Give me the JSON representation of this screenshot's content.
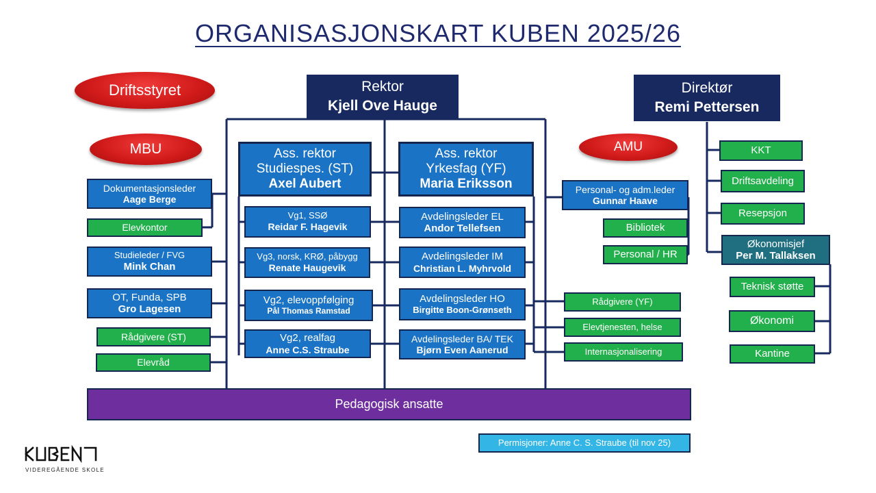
{
  "title": "ORGANISASJONSKART KUBEN 2025/26",
  "ovals": {
    "driftsstyret": "Driftsstyret",
    "mbu": "MBU",
    "amu": "AMU"
  },
  "rektor": {
    "role": "Rektor",
    "name": "Kjell Ove Hauge"
  },
  "direktor": {
    "role": "Direktør",
    "name": "Remi Pettersen"
  },
  "ass_st": {
    "role_line1": "Ass. rektor",
    "role_line2": "Studiespes. (ST)",
    "name": "Axel Aubert"
  },
  "ass_yf": {
    "role_line1": "Ass. rektor",
    "role_line2": "Yrkesfag (YF)",
    "name": "Maria Eriksson"
  },
  "left": {
    "dokumentasjon": {
      "role": "Dokumentasjonsleder",
      "name": "Aage Berge"
    },
    "elevkontor": "Elevkontor",
    "studieleder": {
      "role": "Studieleder / FVG",
      "name": "Mink Chan"
    },
    "ot": {
      "role": "OT, Funda, SPB",
      "name": "Gro Lagesen"
    },
    "radgivere_st": "Rådgivere (ST)",
    "elevrad": "Elevråd"
  },
  "st_col": [
    {
      "role": "Vg1, SSØ",
      "name": "Reidar F. Hagevik"
    },
    {
      "role": "Vg3, norsk, KRØ, påbygg",
      "name": "Renate Haugevik"
    },
    {
      "role": "Vg2, elevoppfølging",
      "name": "Pål Thomas Ramstad"
    },
    {
      "role": "Vg2, realfag",
      "name": "Anne C.S. Straube"
    }
  ],
  "yf_col": [
    {
      "role": "Avdelingsleder EL",
      "name": "Andor Tellefsen"
    },
    {
      "role": "Avdelingsleder IM",
      "name": "Christian L. Myhrvold"
    },
    {
      "role": "Avdelingsleder HO",
      "name": "Birgitte Boon-Grønseth"
    },
    {
      "role": "Avdelingsleder BA/ TEK",
      "name": "Bjørn Even Aanerud"
    }
  ],
  "personal": {
    "role": "Personal- og adm.leder",
    "name": "Gunnar Haave"
  },
  "bibliotek": "Bibliotek",
  "personal_hr": "Personal / HR",
  "yf_right": [
    "Rådgivere (YF)",
    "Elevtjenesten, helse",
    "Internasjonalisering"
  ],
  "direktor_children": [
    "KKT",
    "Driftsavdeling",
    "Resepsjon"
  ],
  "okonomisjef": {
    "role": "Økonomisjef",
    "name": "Per M. Tallaksen"
  },
  "okonomi_children": [
    "Teknisk støtte",
    "Økonomi",
    "Kantine"
  ],
  "pedagogisk": "Pedagogisk ansatte",
  "permisjoner": "Permisjoner: Anne C. S. Straube (til nov 25)",
  "logo": {
    "subtitle": "VIDEREGÅENDE SKOLE"
  },
  "colors": {
    "navy": "#17295e",
    "blue": "#1a73c4",
    "green": "#21b04b",
    "teal": "#1f6f80",
    "purple": "#6e2e9e",
    "cyan": "#33b6e6",
    "red": "#d11a1a"
  }
}
